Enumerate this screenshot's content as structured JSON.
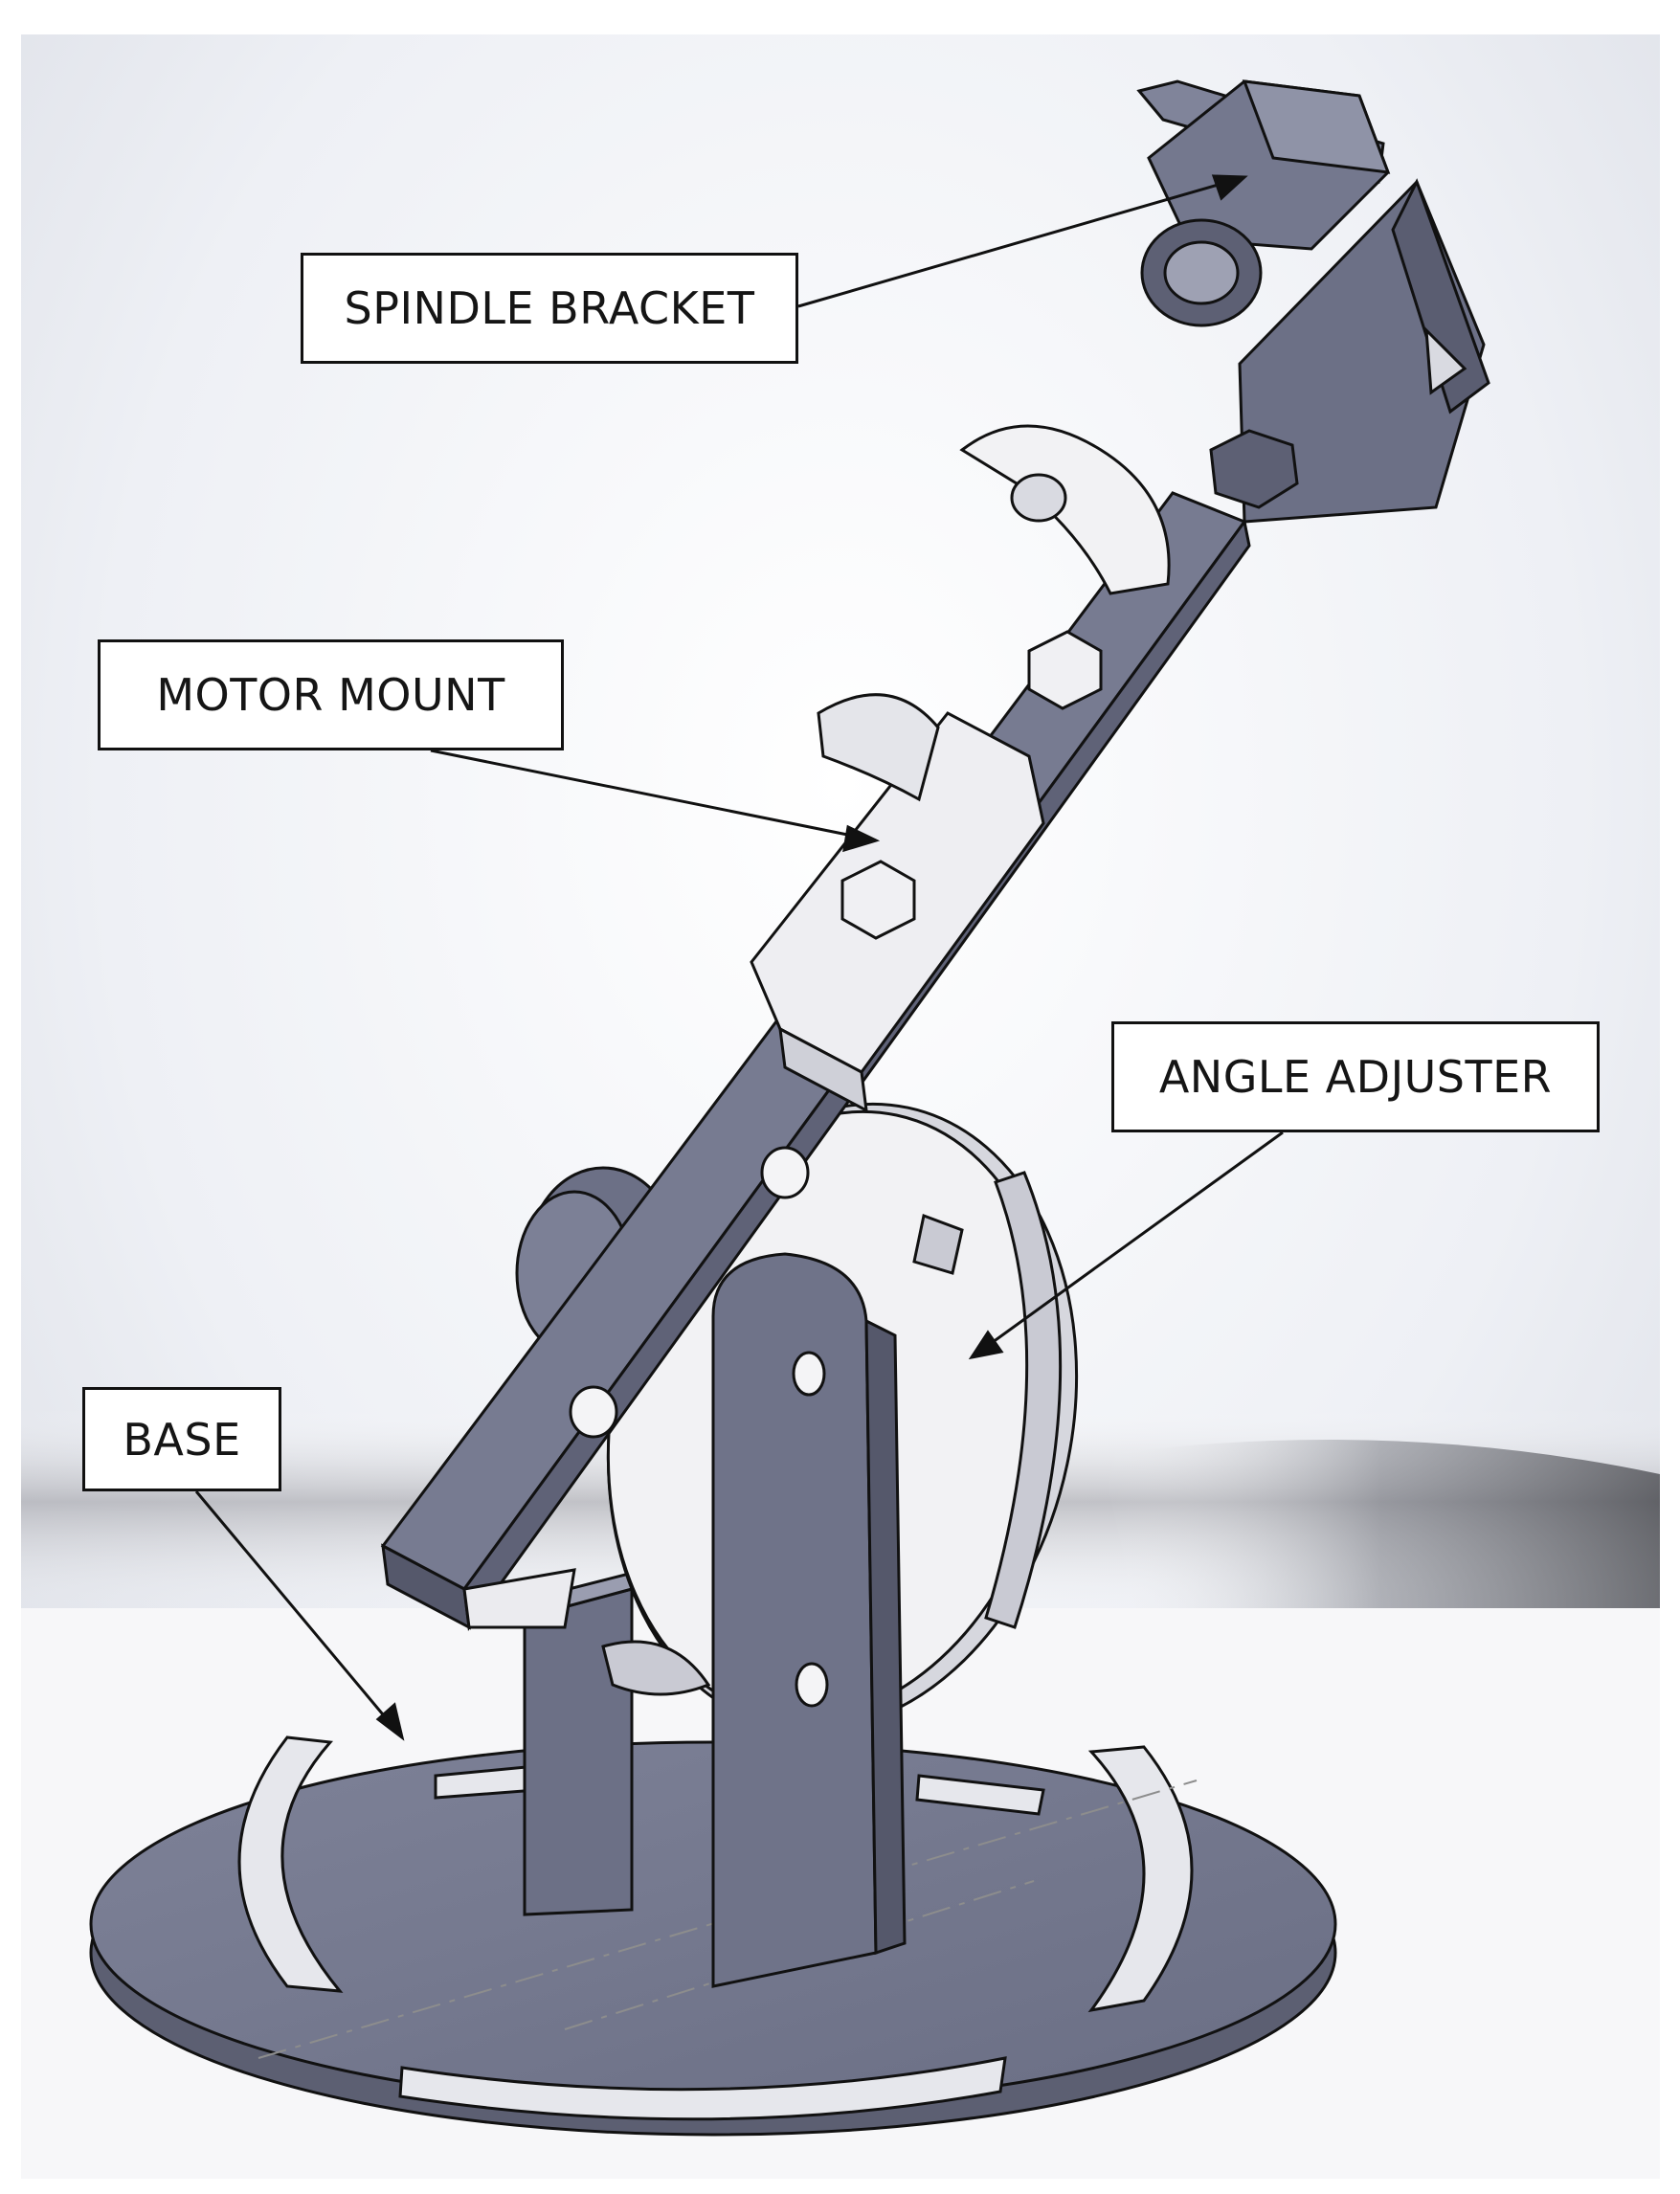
{
  "labels": {
    "spindle_bracket": "SPINDLE BRACKET",
    "motor_mount": "MOTOR MOUNT",
    "angle_adjuster": "ANGLE ADJUSTER",
    "base": "BASE"
  },
  "colors": {
    "part_dark": "#6f7389",
    "part_mid": "#8a8ea3",
    "part_light": "#b7bacb",
    "part_white": "#f2f2f4",
    "outline": "#111111",
    "background": "#ffffff"
  }
}
